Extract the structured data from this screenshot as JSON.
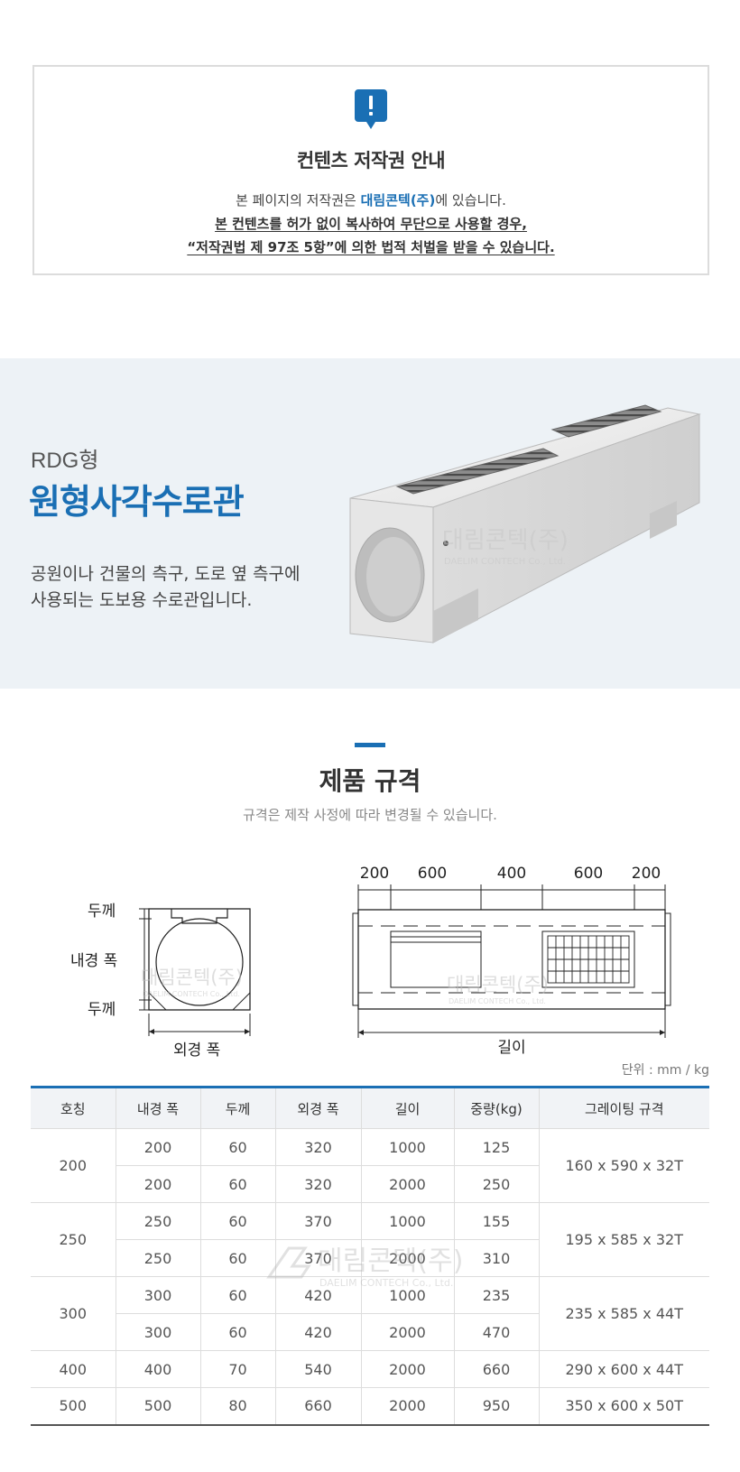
{
  "notice": {
    "icon": "exclamation-icon",
    "title": "컨텐츠 저작권 안내",
    "line1_pre": "본 페이지의 저작권은 ",
    "line1_brand": "대림콘텍(주)",
    "line1_post": "에 있습니다.",
    "line2": "본 컨텐츠를 허가 없이 복사하여 무단으로 사용할 경우,",
    "line3": "“저작권법 제 97조 5항”에 의한 법적 처벌을 받을 수 있습니다."
  },
  "hero": {
    "type": "RDG형",
    "name": "원형사각수로관",
    "desc1": "공원이나 건물의 측구, 도로 옆 측구에",
    "desc2": "사용되는 도보용 수로관입니다."
  },
  "watermark": {
    "brand": "대림콘텍(주)",
    "sub": "DAELIM CONTECH Co., Ltd."
  },
  "spec": {
    "title": "제품 규격",
    "subtitle": "규격은 제작 사정에 따라 변경될 수 있습니다.",
    "unit": "단위 : mm / kg"
  },
  "drawing_left": {
    "thickness_top": "두께",
    "inner_width": "내경 폭",
    "thickness_bottom": "두께",
    "outer_width": "외경 폭"
  },
  "drawing_right": {
    "dims": [
      "200",
      "600",
      "400",
      "600",
      "200"
    ],
    "length": "길이"
  },
  "table": {
    "headers": [
      "호칭",
      "내경 폭",
      "두께",
      "외경 폭",
      "길이",
      "중량(kg)",
      "그레이팅 규격"
    ],
    "groups": [
      {
        "name": "200",
        "grating": "160 x 590 x 32T",
        "rows": [
          [
            "200",
            "60",
            "320",
            "1000",
            "125"
          ],
          [
            "200",
            "60",
            "320",
            "2000",
            "250"
          ]
        ]
      },
      {
        "name": "250",
        "grating": "195 x 585 x 32T",
        "rows": [
          [
            "250",
            "60",
            "370",
            "1000",
            "155"
          ],
          [
            "250",
            "60",
            "370",
            "2000",
            "310"
          ]
        ]
      },
      {
        "name": "300",
        "grating": "235 x 585 x 44T",
        "rows": [
          [
            "300",
            "60",
            "420",
            "1000",
            "235"
          ],
          [
            "300",
            "60",
            "420",
            "2000",
            "470"
          ]
        ]
      },
      {
        "name": "400",
        "grating": "290 x 600 x 44T",
        "rows": [
          [
            "400",
            "70",
            "540",
            "2000",
            "660"
          ]
        ]
      },
      {
        "name": "500",
        "grating": "350 x 600 x 50T",
        "rows": [
          [
            "500",
            "80",
            "660",
            "2000",
            "950"
          ]
        ]
      }
    ]
  }
}
